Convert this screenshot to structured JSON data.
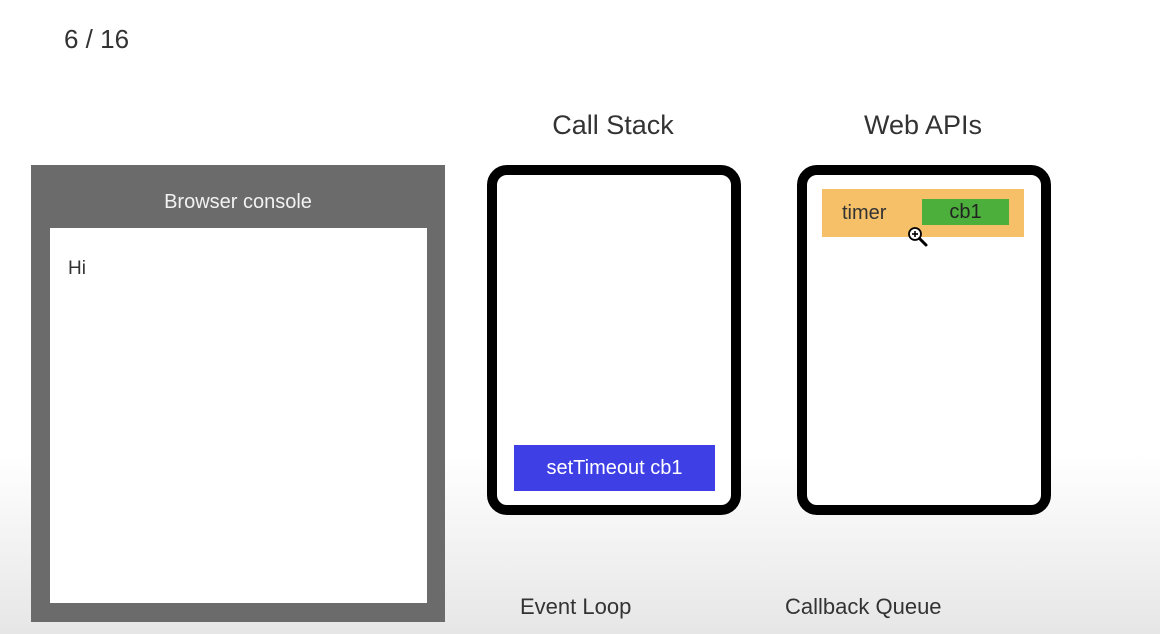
{
  "slide": {
    "counter": "6 / 16"
  },
  "console": {
    "header": "Browser console",
    "lines": [
      "Hi"
    ]
  },
  "call_stack": {
    "title": "Call Stack",
    "frames": [
      "setTimeout cb1"
    ]
  },
  "web_apis": {
    "title": "Web APIs",
    "items": [
      {
        "label": "timer",
        "callback": "cb1"
      }
    ]
  },
  "event_loop": {
    "label": "Event Loop"
  },
  "callback_queue": {
    "label": "Callback Queue"
  },
  "icons": {
    "cursor": "zoom-in-cursor-icon"
  },
  "colors": {
    "stack_frame": "#3f3fe6",
    "timer": "#f5c067",
    "callback": "#4caf3c",
    "console_frame": "#6b6b6b"
  }
}
